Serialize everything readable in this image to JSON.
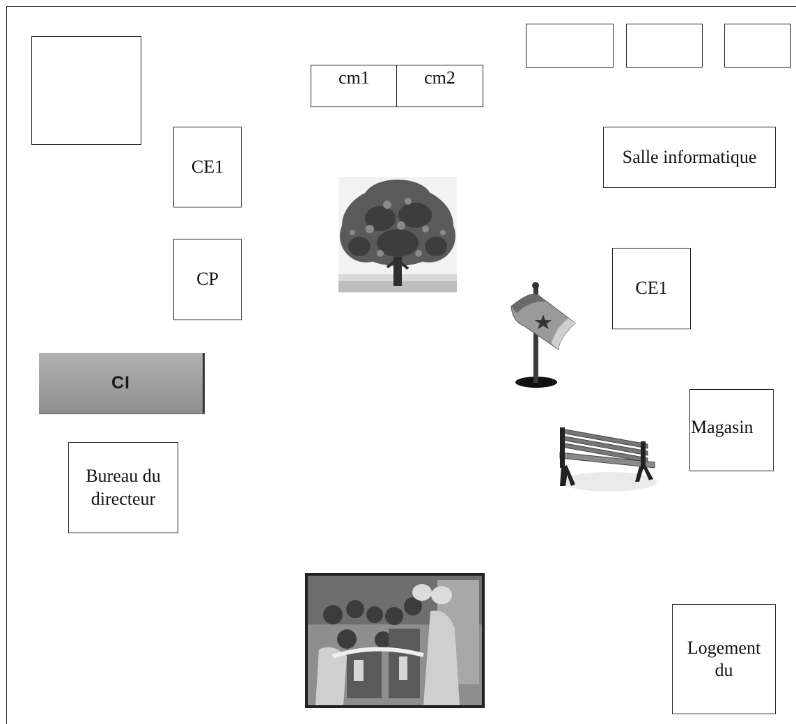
{
  "rooms": {
    "cm1": "cm1",
    "cm2": "cm2",
    "ce1_left": "CE1",
    "cp": "CP",
    "ci": "CI",
    "bureau_line1": "Bureau du",
    "bureau_line2": "directeur",
    "salle_info": "Salle informatique",
    "ce1_right": "CE1",
    "magasin": "Magasin",
    "logement_line1": "Logement",
    "logement_line2": "du"
  },
  "icons": {
    "tree": "tree-image",
    "flag": "flag-icon",
    "bench": "bench-icon",
    "children": "children-photo"
  }
}
